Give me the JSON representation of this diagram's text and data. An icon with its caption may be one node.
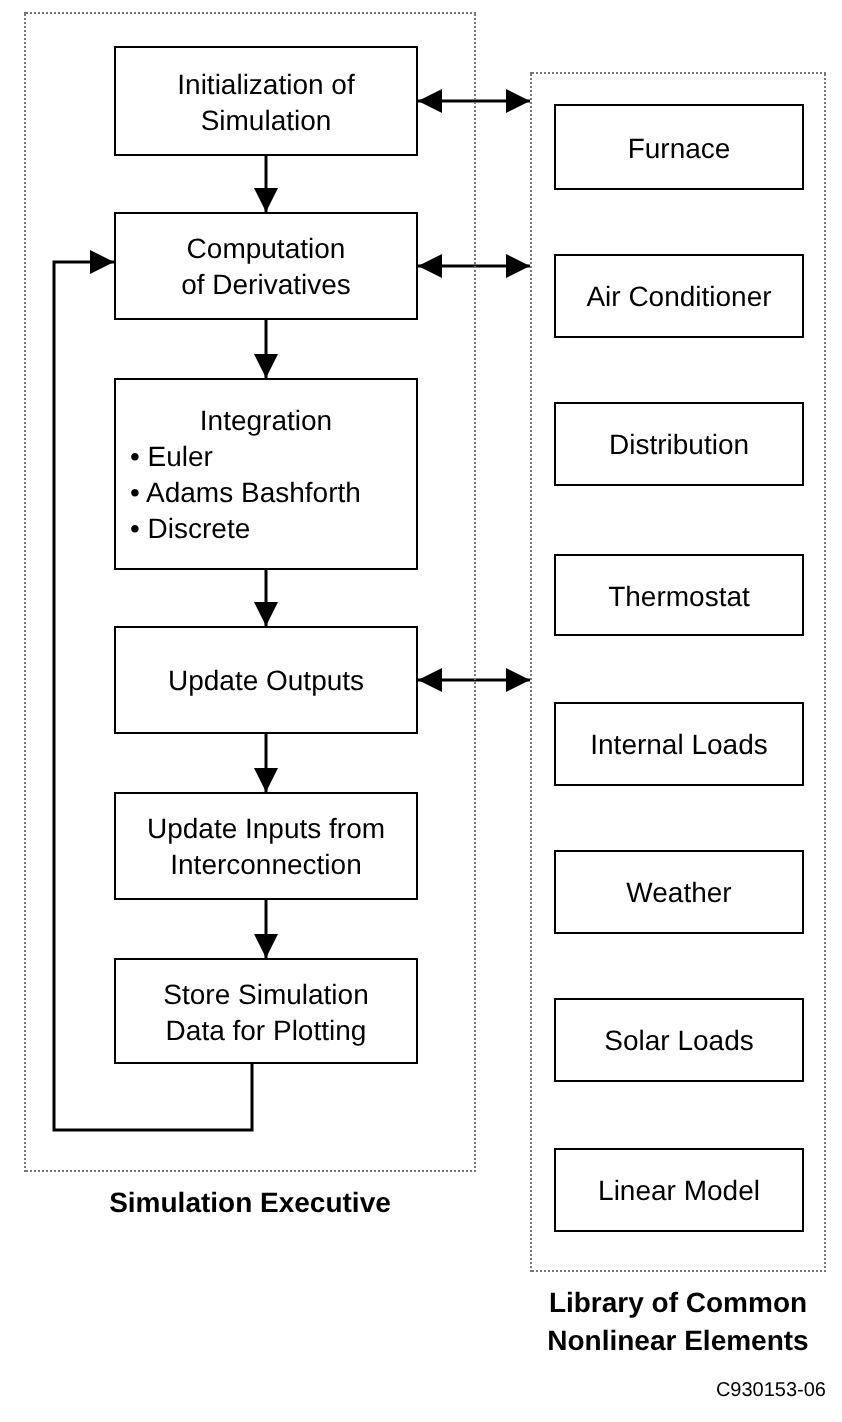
{
  "diagram": {
    "nodes": [
      {
        "text": [
          "Simulation Executive"
        ]
      },
      {
        "text": [
          "Initialization of Simulation"
        ],
        "in": 0
      },
      {
        "text": [
          "Computation of Derivatives"
        ],
        "in": 0
      },
      {
        "text": [
          "Integration",
          "• Euler",
          "• Adams Bashforth",
          "• Discrete"
        ],
        "in": 0
      },
      {
        "text": [
          "Update Outputs"
        ],
        "in": 0
      },
      {
        "text": [
          "Update Inputs from Interconnection"
        ],
        "in": 0
      },
      {
        "text": [
          "Store Simulation Data for Plotting"
        ],
        "in": 0
      },
      {
        "text": [
          "Library of Common Nonlinear Elements"
        ]
      },
      {
        "text": [
          "Furnace"
        ],
        "in": 7
      },
      {
        "text": [
          "Air Conditioner"
        ],
        "in": 7
      },
      {
        "text": [
          "Distribution"
        ],
        "in": 7
      },
      {
        "text": [
          "Thermostat"
        ],
        "in": 7
      },
      {
        "text": [
          "Internal Loads"
        ],
        "in": 7
      },
      {
        "text": [
          "Weather"
        ],
        "in": 7
      },
      {
        "text": [
          "Solar Loads"
        ],
        "in": 7
      },
      {
        "text": [
          "Linear Model"
        ],
        "in": 7
      }
    ],
    "edges": [
      {
        "from": 1,
        "to": 2,
        "arrow": "to"
      },
      {
        "from": 2,
        "to": 3,
        "arrow": "to"
      },
      {
        "from": 3,
        "to": 4,
        "arrow": "to"
      },
      {
        "from": 4,
        "to": 5,
        "arrow": "to"
      },
      {
        "from": 5,
        "to": 6,
        "arrow": "to"
      },
      {
        "from": 6,
        "to": 2,
        "arrow": "to"
      },
      {
        "from": 1,
        "to": 7,
        "arrow": "both"
      },
      {
        "from": 2,
        "to": 7,
        "arrow": "both"
      },
      {
        "from": 4,
        "to": 7,
        "arrow": "both"
      }
    ],
    "labels": [
      "C930153-06"
    ]
  }
}
